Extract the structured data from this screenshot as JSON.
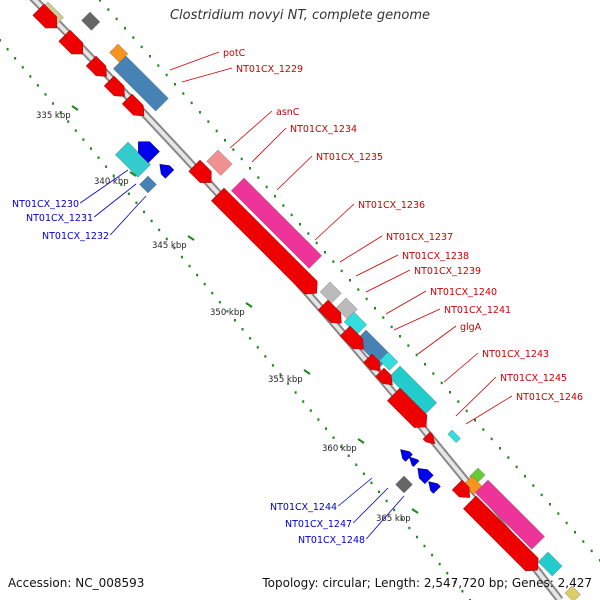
{
  "title": "Clostridium novyi NT, complete genome",
  "accession": "Accession: NC_008593",
  "topology": "Topology: circular; Length: 2,547,720 bp; Genes: 2,427",
  "colors": {
    "forward_label": "#cc0000",
    "reverse_label": "#0000cc",
    "backbone": "#999999",
    "tick": "#1a8a1a"
  },
  "kbp_labels": [
    "335 kbp",
    "340 kbp",
    "345 kbp",
    "350 kbp",
    "355 kbp",
    "360 kbp",
    "365 kbp"
  ],
  "forward_genes": [
    "potC",
    "NT01CX_1229",
    "asnC",
    "NT01CX_1234",
    "NT01CX_1235",
    "NT01CX_1236",
    "NT01CX_1237",
    "NT01CX_1238",
    "NT01CX_1239",
    "NT01CX_1240",
    "NT01CX_1241",
    "glgA",
    "NT01CX_1243",
    "NT01CX_1245",
    "NT01CX_1246"
  ],
  "reverse_genes": [
    "NT01CX_1230",
    "NT01CX_1231",
    "NT01CX_1232",
    "NT01CX_1244",
    "NT01CX_1247",
    "NT01CX_1248"
  ]
}
